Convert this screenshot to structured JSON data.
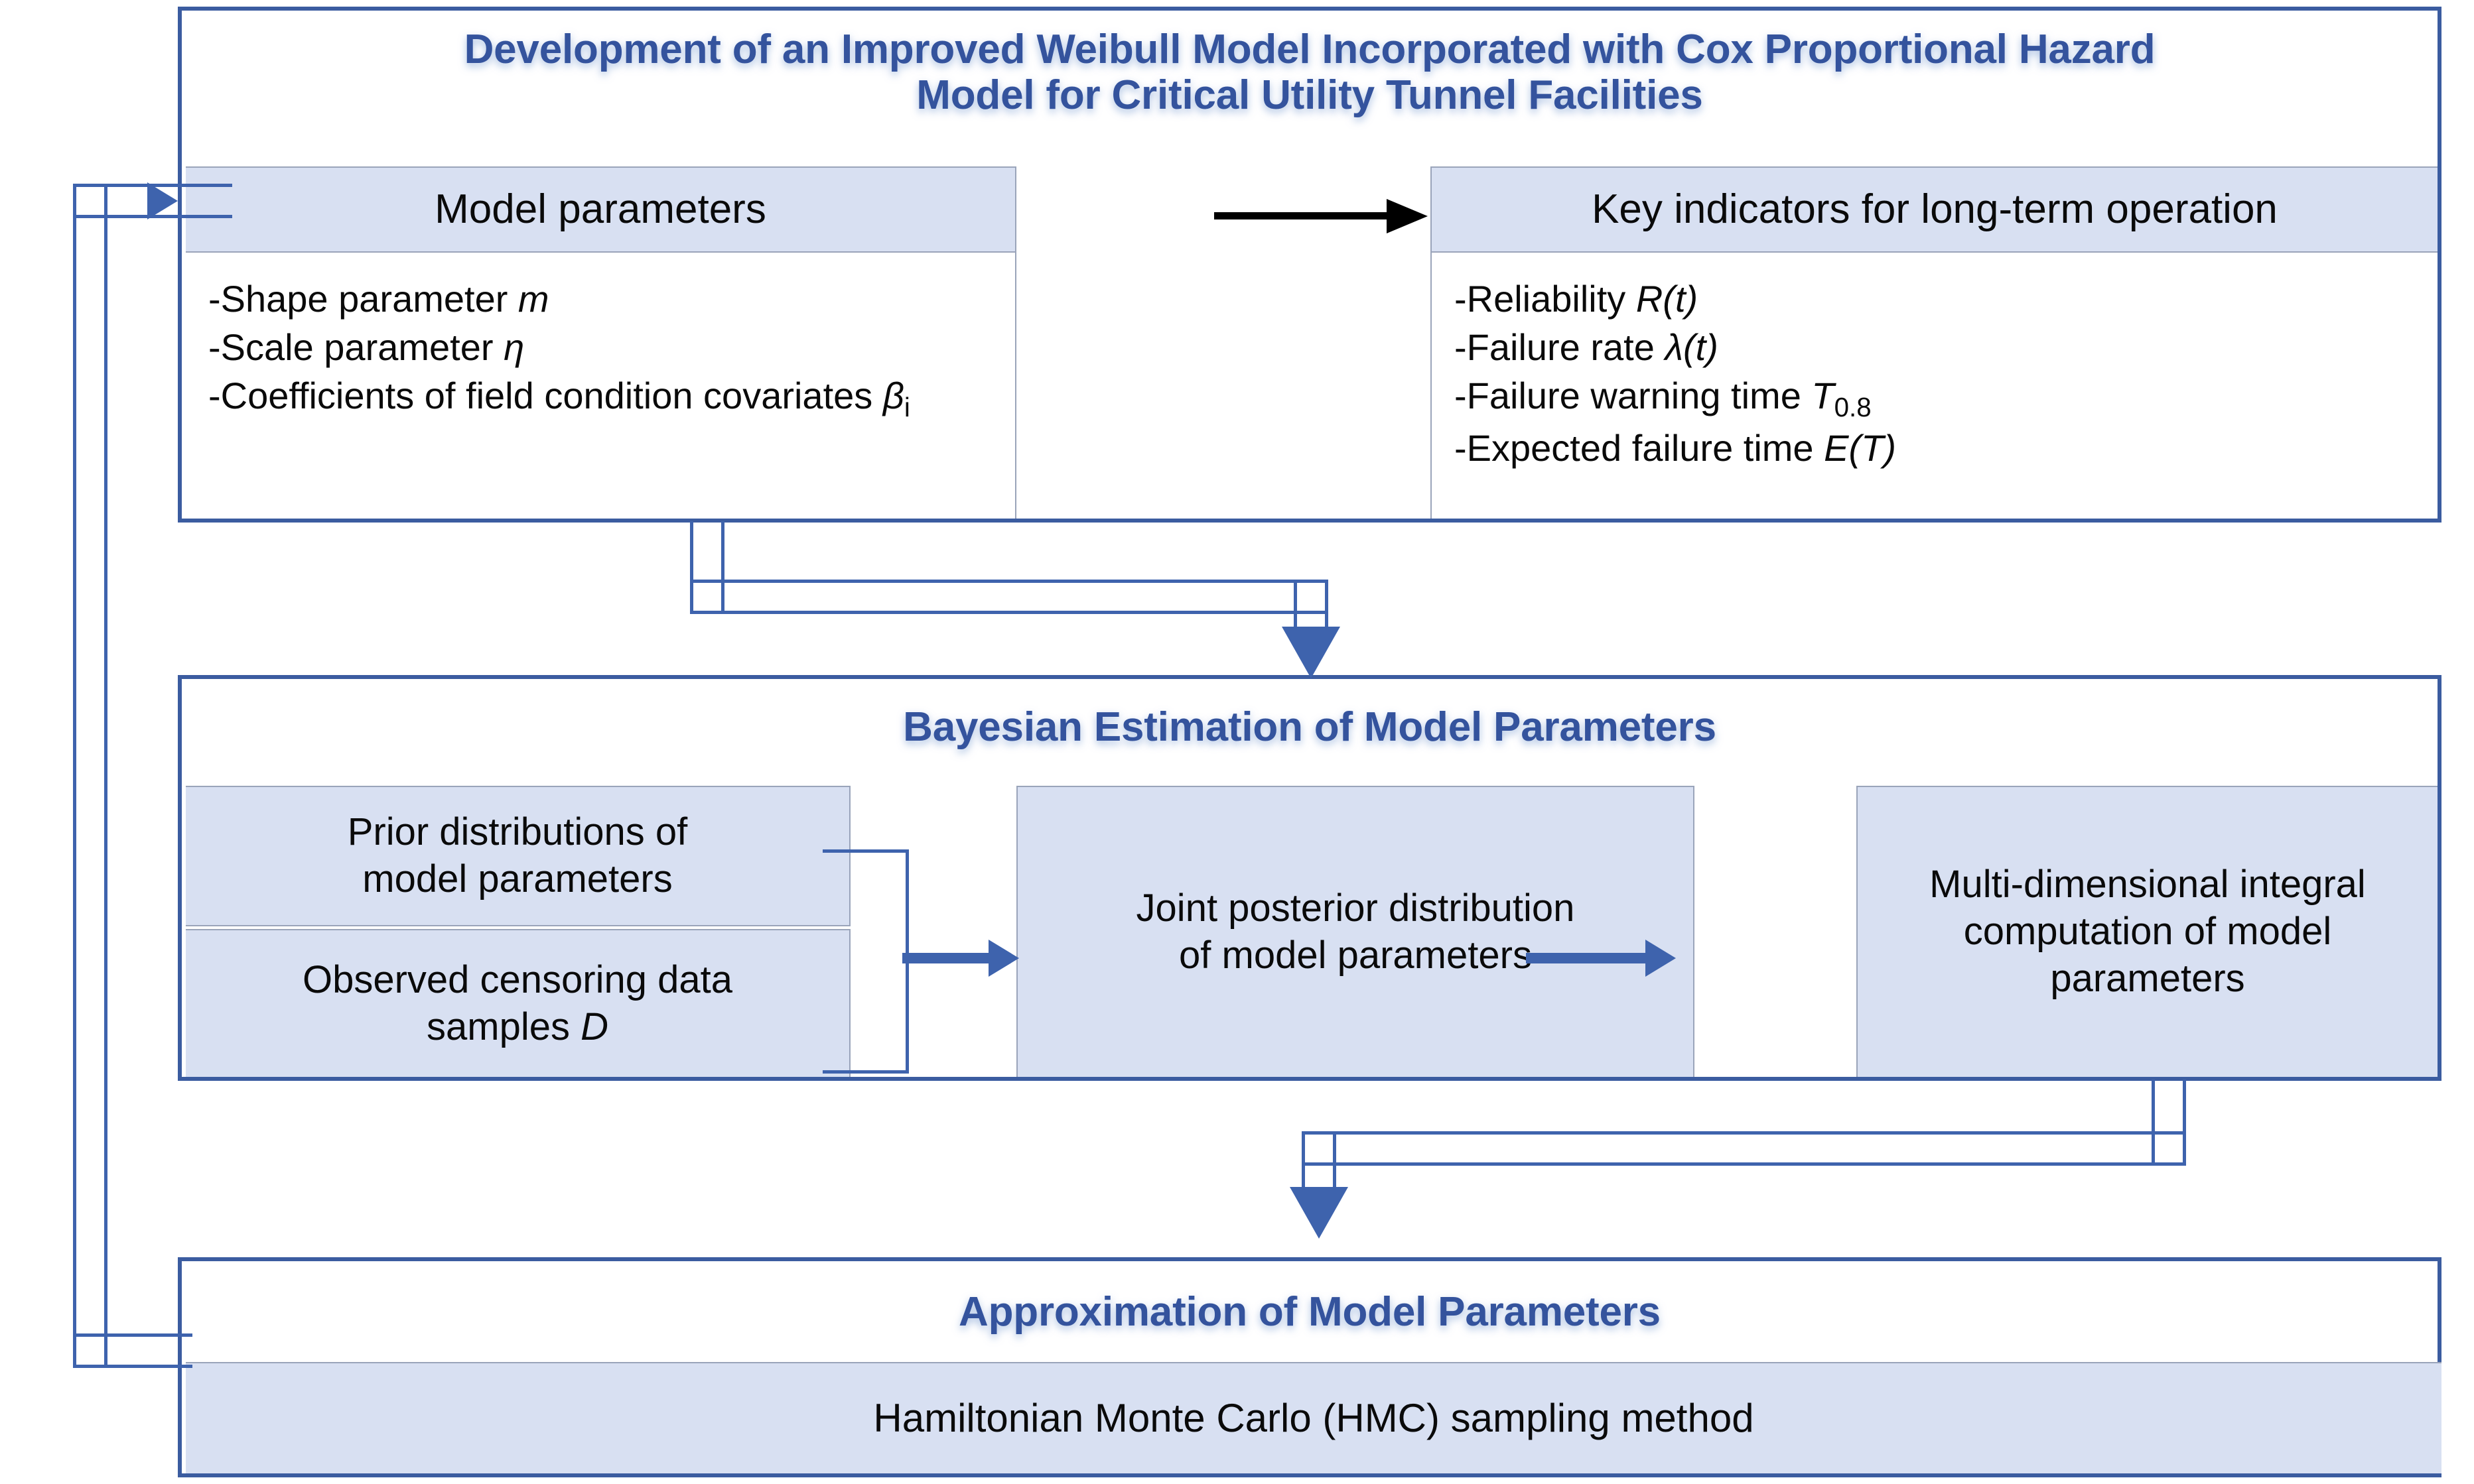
{
  "diagram": {
    "accent_blue": "#3e63ad",
    "title_blue": "#34539d",
    "box_fill": "#d8e0f2",
    "panel_border": "#3b5ca0",
    "arrow_black": "#000000"
  },
  "panel_top": {
    "title_line1": "Development of an Improved Weibull Model Incorporated with Cox Proportional Hazard",
    "title_line2": "Model for Critical Utility Tunnel Facilities",
    "left_header": "Model parameters",
    "right_header": "Key indicators for long-term operation",
    "left_items": [
      {
        "prefix": "-Shape parameter ",
        "symbol": "m",
        "sub": ""
      },
      {
        "prefix": "-Scale parameter ",
        "symbol": "η",
        "sub": ""
      },
      {
        "prefix": "-Coefficients of field condition covariates ",
        "symbol": "β",
        "sub": "i"
      }
    ],
    "right_items": [
      {
        "prefix": "-Reliability ",
        "symbol": "R(t)",
        "sub": ""
      },
      {
        "prefix": "-Failure rate ",
        "symbol": "λ(t)",
        "sub": ""
      },
      {
        "prefix": "-Failure warning time ",
        "symbol": "T",
        "sub": "0.8"
      },
      {
        "prefix": "-Expected failure time ",
        "symbol": "E(T)",
        "sub": ""
      }
    ]
  },
  "panel_middle": {
    "title": "Bayesian Estimation of Model Parameters",
    "box_prior_line1": "Prior distributions of",
    "box_prior_line2": "model parameters",
    "box_observed_line1": "Observed censoring data",
    "box_observed_line2_prefix": "samples ",
    "box_observed_line2_symbol": "D",
    "box_joint_line1": "Joint posterior distribution",
    "box_joint_line2": "of model parameters",
    "box_integral_line1": "Multi-dimensional integral",
    "box_integral_line2": "computation of model",
    "box_integral_line3": "parameters"
  },
  "panel_bottom": {
    "title": "Approximation of Model Parameters",
    "method": "Hamiltonian Monte Carlo (HMC) sampling method"
  }
}
